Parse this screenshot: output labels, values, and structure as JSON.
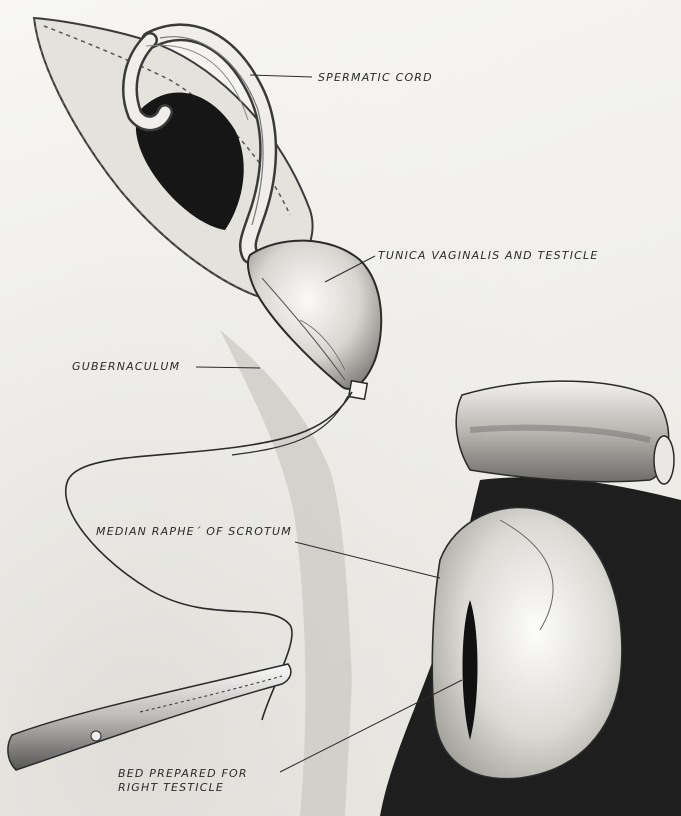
{
  "labels": {
    "spermatic_cord": "SPERMATIC CORD",
    "tunica": "TUNICA VAGINALIS AND TESTICLE",
    "gubernaculum": "GUBERNACULUM",
    "median_raphe": "MEDIAN RAPHE´ OF SCROTUM",
    "bed_line1": "BED PREPARED FOR",
    "bed_line2": "RIGHT TESTICLE"
  },
  "colors": {
    "ink": "#2a2a2a",
    "paper": "#f4f3f0",
    "shadow": "#1e1e1e"
  }
}
